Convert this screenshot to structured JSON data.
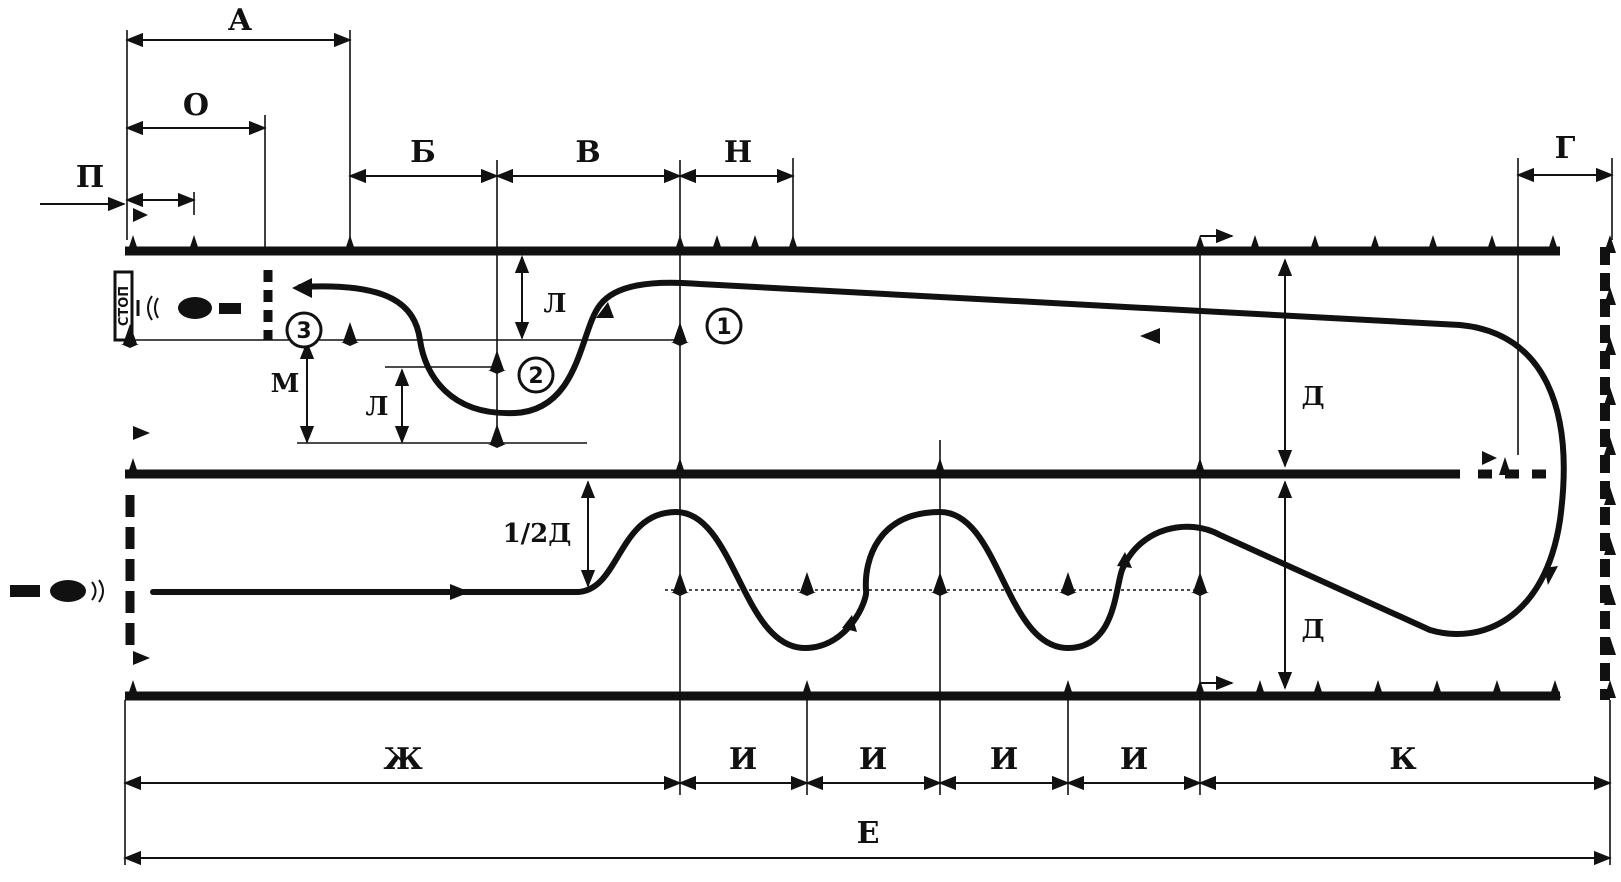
{
  "labels": {
    "A": "А",
    "O": "О",
    "P": "П",
    "B": "Б",
    "V": "В",
    "N": "Н",
    "G": "Г",
    "L1": "Л",
    "L2": "Л",
    "M": "М",
    "D1": "Д",
    "D2": "Д",
    "half_D": "1/2Д",
    "Zh": "Ж",
    "I1": "И",
    "I2": "И",
    "I3": "И",
    "I4": "И",
    "K": "К",
    "E": "Е"
  },
  "markers": {
    "one": "1",
    "two": "2",
    "three": "3"
  },
  "stop_text": "СТОП"
}
